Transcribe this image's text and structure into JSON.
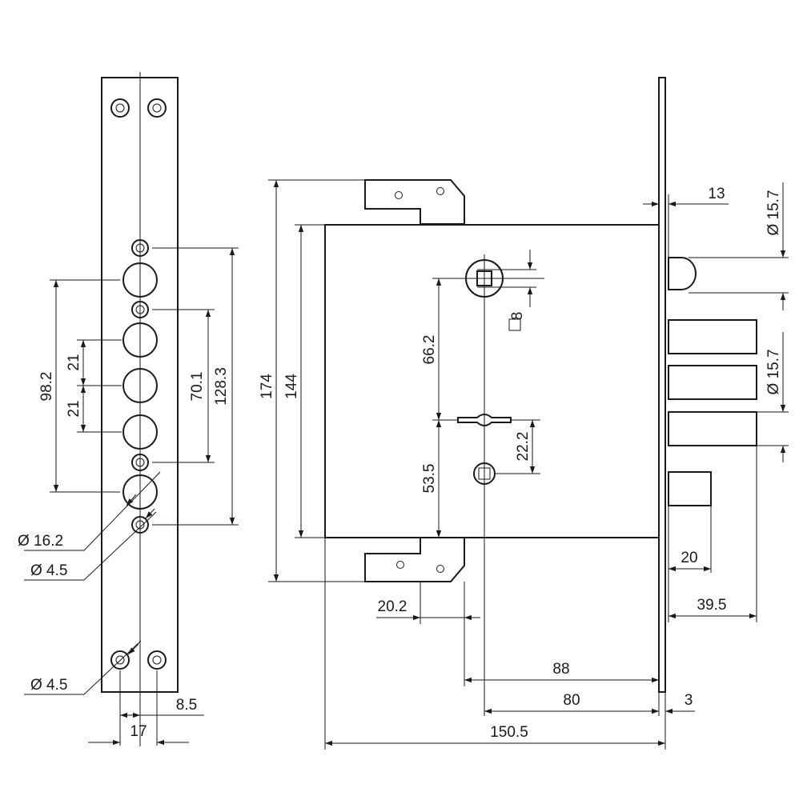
{
  "faceplate": {
    "dia_16_2": "Ø 16.2",
    "dia_4_5_a": "Ø 4.5",
    "dia_4_5_b": "Ø 4.5",
    "dim_98_2": "98.2",
    "dim_21_a": "21",
    "dim_21_b": "21",
    "dim_70_1": "70.1",
    "dim_128_3": "128.3",
    "dim_8_5": "8.5",
    "dim_17": "17"
  },
  "lock_body": {
    "dim_174": "174",
    "dim_144": "144",
    "dim_66_2": "66.2",
    "dim_53_5": "53.5",
    "dim_22_2": "22.2",
    "square_8": "8",
    "dim_20_2": "20.2",
    "dim_88": "88",
    "dim_80": "80",
    "dim_150_5": "150.5",
    "dim_3": "3",
    "dim_13": "13",
    "dia_15_7_a": "Ø 15.7",
    "dia_15_7_b": "Ø 15.7",
    "dim_20": "20",
    "dim_39_5": "39.5"
  },
  "colors": {
    "line": "#1a1a1a",
    "background": "#ffffff"
  }
}
